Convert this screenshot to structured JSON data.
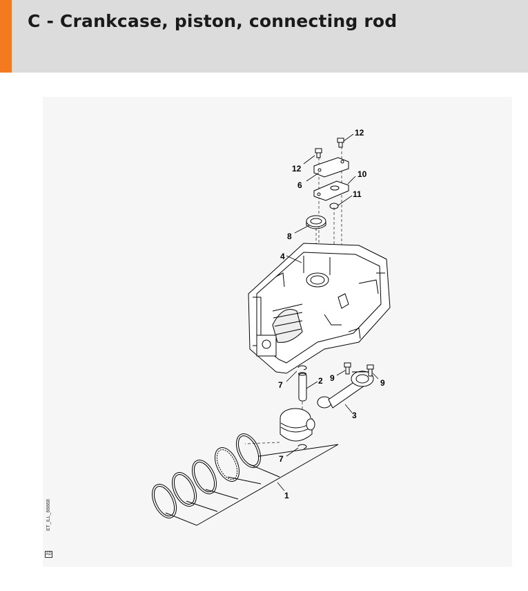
{
  "header": {
    "title": "C - Crankcase, piston, connecting rod",
    "accent_color": "#f37a1f",
    "background_color": "#dcdcdc"
  },
  "diagram": {
    "callouts": {
      "part_12_upper": "12",
      "part_12_lower": "12",
      "part_6": "6",
      "part_10": "10",
      "part_11": "11",
      "part_8": "8",
      "part_4": "4",
      "part_7_upper": "7",
      "part_2": "2",
      "part_9_left": "9",
      "part_9_right": "9",
      "part_3": "3",
      "part_7_lower": "7",
      "part_1": "1"
    },
    "reference_code": "ET_ILL_66668",
    "reference_box": "AD"
  }
}
